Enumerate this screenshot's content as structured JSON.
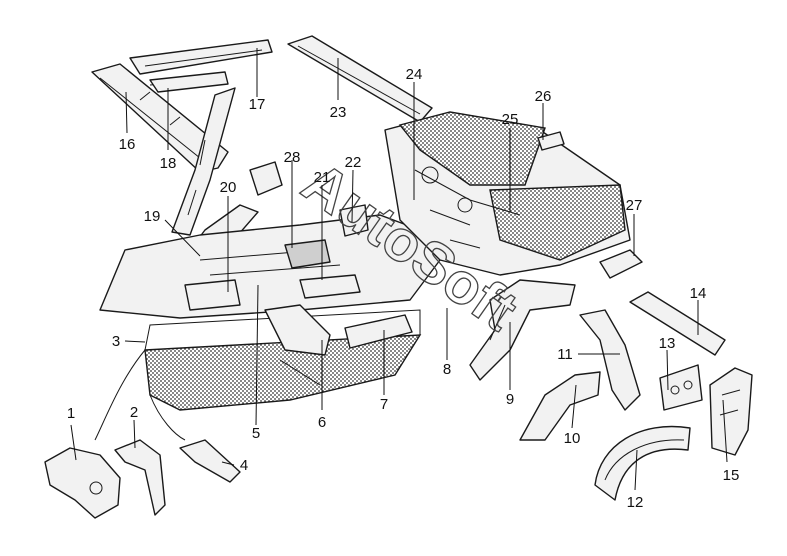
{
  "watermark": "AutoSoft",
  "callouts": [
    {
      "id": "c1",
      "label": "1"
    },
    {
      "id": "c2",
      "label": "2"
    },
    {
      "id": "c3",
      "label": "3"
    },
    {
      "id": "c4",
      "label": "4"
    },
    {
      "id": "c5",
      "label": "5"
    },
    {
      "id": "c6",
      "label": "6"
    },
    {
      "id": "c7",
      "label": "7"
    },
    {
      "id": "c8",
      "label": "8"
    },
    {
      "id": "c9",
      "label": "9"
    },
    {
      "id": "c10",
      "label": "10"
    },
    {
      "id": "c11",
      "label": "11"
    },
    {
      "id": "c12",
      "label": "12"
    },
    {
      "id": "c13",
      "label": "13"
    },
    {
      "id": "c14",
      "label": "14"
    },
    {
      "id": "c15",
      "label": "15"
    },
    {
      "id": "c16",
      "label": "16"
    },
    {
      "id": "c17",
      "label": "17"
    },
    {
      "id": "c18",
      "label": "18"
    },
    {
      "id": "c19",
      "label": "19"
    },
    {
      "id": "c20",
      "label": "20"
    },
    {
      "id": "c21",
      "label": "21"
    },
    {
      "id": "c22",
      "label": "22"
    },
    {
      "id": "c23",
      "label": "23"
    },
    {
      "id": "c24",
      "label": "24"
    },
    {
      "id": "c25",
      "label": "25"
    },
    {
      "id": "c26",
      "label": "26"
    },
    {
      "id": "c27",
      "label": "27"
    },
    {
      "id": "c28",
      "label": "28"
    }
  ]
}
